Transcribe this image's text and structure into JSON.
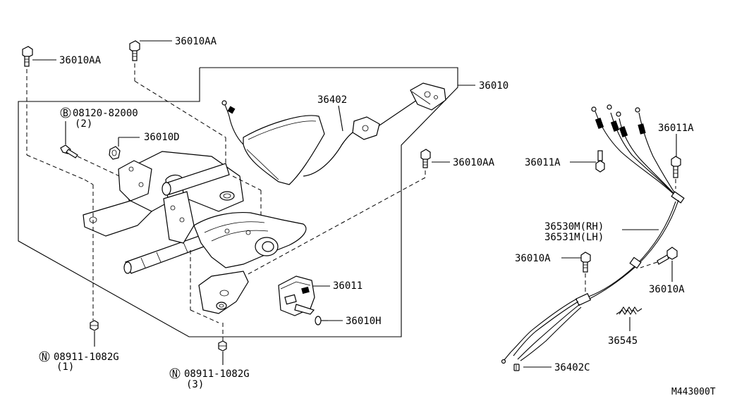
{
  "labels": {
    "bolt_top": "36010AA",
    "bolt_left": "36010AA",
    "bolt_right": "36010AA",
    "lever_assy": "36010",
    "front_cable": "36402",
    "bolt_b_part": "08120-82000",
    "bolt_b_qty": "(2)",
    "bolt_b_prefix": "B",
    "nut_d": "36010D",
    "switch": "36011",
    "screw_h": "36010H",
    "nut_n1_part": "08911-1082G",
    "nut_n1_qty": "(1)",
    "nut_n1_prefix": "N",
    "nut_n3_part": "08911-1082G",
    "nut_n3_qty": "(3)",
    "nut_n3_prefix": "N",
    "bolt_11a_right": "36011A",
    "bolt_11a_left": "36011A",
    "rear_cable_rh": "36530M(RH)",
    "rear_cable_lh": "36531M(LH)",
    "bolt_10a_left": "36010A",
    "bolt_10a_right": "36010A",
    "spring": "36545",
    "clip": "36402C",
    "figure_code": "M443000T"
  }
}
